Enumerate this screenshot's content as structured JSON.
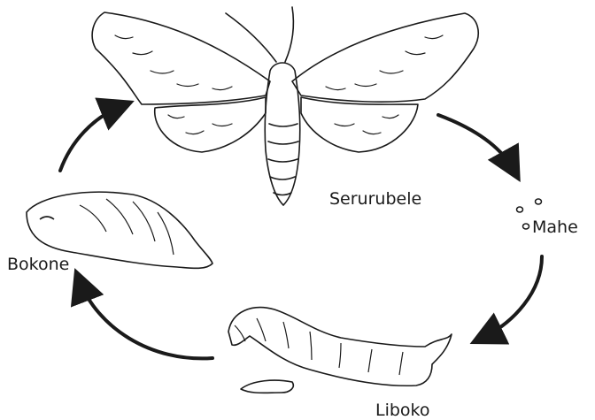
{
  "labels": {
    "moth": "Serurubele",
    "eggs": "Mahe",
    "pupa": "Bokone",
    "larva": "Liboko"
  },
  "colors": {
    "ink": "#1a1a1a",
    "background": "#ffffff"
  }
}
